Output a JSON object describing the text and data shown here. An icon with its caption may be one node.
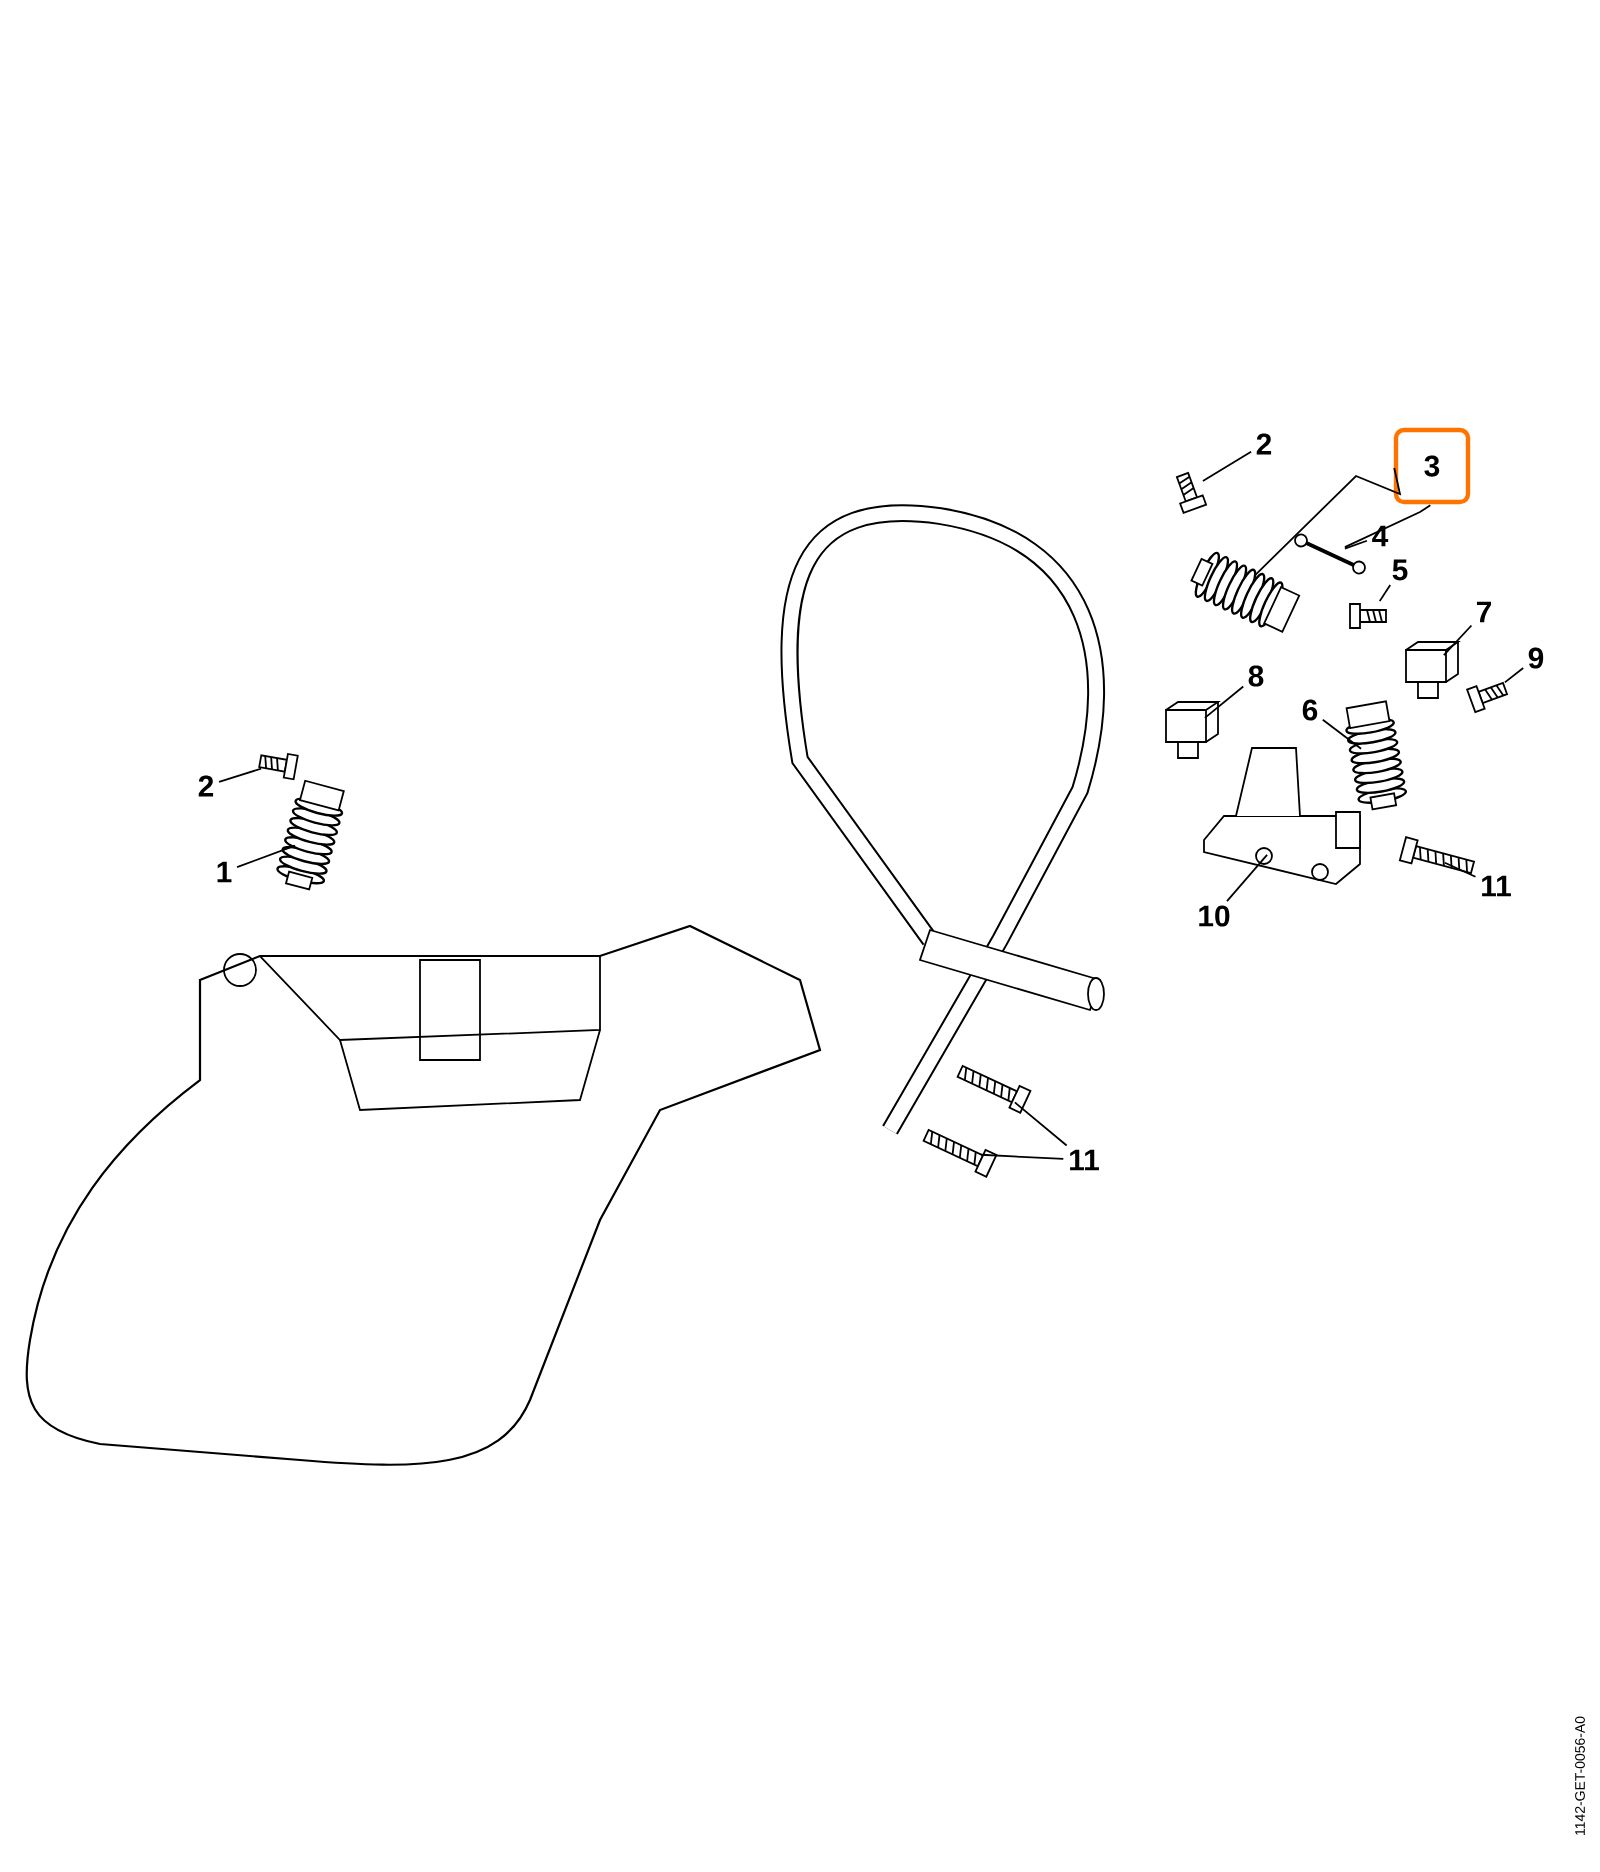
{
  "diagram": {
    "nodes": [
      {
        "text": [
          "2"
        ]
      },
      {
        "text": [],
        "shape": "picture"
      },
      {
        "text": [
          "1"
        ]
      },
      {
        "text": [],
        "shape": "picture"
      },
      {
        "text": [
          "2"
        ]
      },
      {
        "text": [],
        "shape": "picture"
      },
      {
        "text": [
          "3"
        ]
      },
      {
        "text": [],
        "shape": "picture"
      },
      {
        "text": [
          "4"
        ]
      },
      {
        "text": [],
        "shape": "picture"
      },
      {
        "text": [
          "5"
        ]
      },
      {
        "text": [],
        "shape": "picture"
      },
      {
        "text": [
          "7"
        ]
      },
      {
        "text": [],
        "shape": "picture"
      },
      {
        "text": [
          "9"
        ]
      },
      {
        "text": [],
        "shape": "picture"
      },
      {
        "text": [
          "8"
        ]
      },
      {
        "text": [],
        "shape": "picture"
      },
      {
        "text": [
          "6"
        ]
      },
      {
        "text": [],
        "shape": "picture"
      },
      {
        "text": [
          "10"
        ]
      },
      {
        "text": [],
        "shape": "picture"
      },
      {
        "text": [
          "11"
        ]
      },
      {
        "text": [],
        "shape": "picture"
      },
      {
        "text": [
          "11"
        ]
      },
      {
        "text": [],
        "shape": "picture"
      },
      {
        "text": [],
        "shape": "picture"
      }
    ],
    "edges": [
      {
        "from": 0,
        "to": 1,
        "arrow": "none"
      },
      {
        "from": 2,
        "to": 3,
        "arrow": "none"
      },
      {
        "from": 4,
        "to": 5,
        "arrow": "none"
      },
      {
        "from": 6,
        "to": 7,
        "arrow": "none"
      },
      {
        "from": 6,
        "to": 9,
        "arrow": "none"
      },
      {
        "from": 8,
        "to": 9,
        "arrow": "none"
      },
      {
        "from": 10,
        "to": 11,
        "arrow": "none"
      },
      {
        "from": 12,
        "to": 13,
        "arrow": "none"
      },
      {
        "from": 14,
        "to": 15,
        "arrow": "none"
      },
      {
        "from": 16,
        "to": 17,
        "arrow": "none"
      },
      {
        "from": 18,
        "to": 19,
        "arrow": "none"
      },
      {
        "from": 20,
        "to": 21,
        "arrow": "none"
      },
      {
        "from": 22,
        "to": 23,
        "arrow": "none"
      },
      {
        "from": 24,
        "to": 25,
        "arrow": "none"
      },
      {
        "from": 24,
        "to": 26,
        "arrow": "none"
      }
    ],
    "labels": [
      "1142-GET-0056-A0"
    ]
  }
}
